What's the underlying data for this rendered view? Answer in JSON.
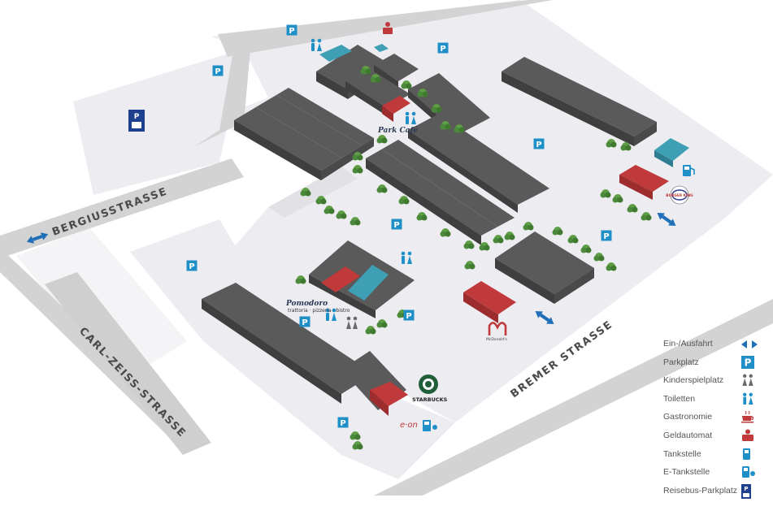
{
  "streets": {
    "bergius": "BERGIUSSTRASSE",
    "carl_zeiss": "CARL-ZEISS-STRASSE",
    "bremer": "BREMER STRASSE"
  },
  "businesses": {
    "park_cafe": "Park Café",
    "pomodoro": "Pomodoro",
    "pomodoro_sub": "trattoria · pizzeria · bistro",
    "starbucks": "STARBUCKS",
    "mcdonalds": "McDonald's",
    "burger_king": "BURGER KING",
    "eon": "e·on"
  },
  "map_icons": {
    "parking": "P",
    "bus": "bus-icon",
    "toilet": "toilet-icon",
    "bank": "sparkasse-icon"
  },
  "legend": {
    "items": [
      {
        "label": "Ein-/Ausfahrt",
        "icon": "entry-exit-icon"
      },
      {
        "label": "Parkplatz",
        "icon": "parking-icon"
      },
      {
        "label": "Kinderspielplatz",
        "icon": "playground-icon"
      },
      {
        "label": "Toiletten",
        "icon": "toilet-icon"
      },
      {
        "label": "Gastronomie",
        "icon": "coffee-cup-icon"
      },
      {
        "label": "Geldautomat",
        "icon": "atm-icon"
      },
      {
        "label": "Tankstelle",
        "icon": "fuel-pump-icon"
      },
      {
        "label": "E-Tankstelle",
        "icon": "ev-charger-icon"
      },
      {
        "label": "Reisebus-Parkplatz",
        "icon": "coach-parking-icon"
      }
    ]
  },
  "colors": {
    "building": "#5a5a5a",
    "building_side": "#3f3f3f",
    "road": "#d3d3d3",
    "lot": "#ececf1",
    "gastro_red": "#c0393b",
    "accent_blue": "#1f8fc8",
    "teal": "#3e9fb5",
    "tree": "#4b8a3a"
  }
}
